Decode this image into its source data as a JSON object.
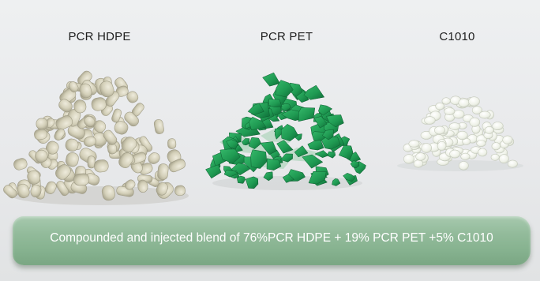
{
  "labels": {
    "hdpe": "PCR HDPE",
    "pet": "PCR PET",
    "c1010": "C1010"
  },
  "bar": {
    "text": "Compounded and injected blend of 76%PCR HDPE + 19% PCR PET +5% C1010"
  },
  "colors": {
    "background": "#e9eaec",
    "hdpe_pellet": "#d6d2bd",
    "pet_flake": "#1f9a52",
    "c1010_pellet": "#f3f5ee",
    "bar_green": "#8fb897"
  }
}
